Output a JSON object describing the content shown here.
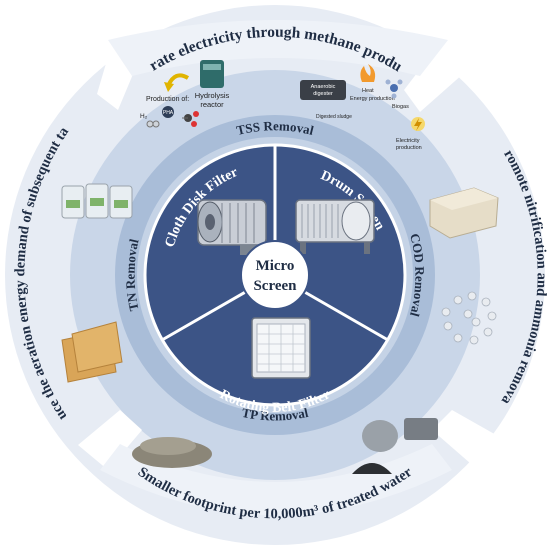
{
  "outer_benefits": {
    "top": "Generate electricity through methane production",
    "right": "Promote nitrification and ammonia removal",
    "bottom": "Smaller footprint per 10,000m³ of treated water",
    "left": "Reduce the aeration energy demand of subsequent tanks"
  },
  "removal_ring": {
    "top": "TSS Removal",
    "right": "COD Removal",
    "bottom": "TP Removal",
    "left": "TN Removal"
  },
  "filters": {
    "cloth": "Cloth Disk Filter",
    "drum": "Drum Screen",
    "belt": "Rotating Belt Filter"
  },
  "center": {
    "line1": "Micro",
    "line2": "Screen"
  },
  "hydrolysis": {
    "production_of": "Production of:",
    "reactor_line1": "Hydrolysis",
    "reactor_line2": "reactor",
    "h2": "H₂",
    "pha": "PHA"
  },
  "anaerobic": {
    "digester_line1": "Anaerobic",
    "digester_line2": "digester",
    "heat": "Heat",
    "energy": "Energy production",
    "biogas": "Biogas",
    "digested": "Digested sludge",
    "electricity_line1": "Electricity",
    "electricity_line2": "production"
  },
  "colors": {
    "outer_ring": "#e7ecf4",
    "middle_ring": "#c9d6e8",
    "removal_band": "#a9bdd8",
    "inner_disc": "#3c5486",
    "text_dark": "#1f2d44"
  }
}
